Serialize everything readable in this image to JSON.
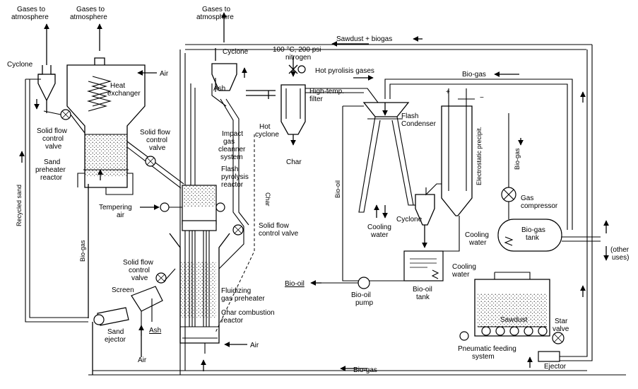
{
  "labels": {
    "gases_left": [
      "Gases to",
      "atmosphere"
    ],
    "gases_mid": [
      "Gases to",
      "atmosphere"
    ],
    "gases_top": [
      "Gases to",
      "atmosphere"
    ],
    "cyclone_left": "Cyclone",
    "air_top": "Air",
    "heat_exchanger": [
      "Heat",
      "exchanger"
    ],
    "solid_flow_valve_1": [
      "Solid flow",
      "control",
      "valve"
    ],
    "sand_preheater": [
      "Sand",
      "preheater",
      "reactor"
    ],
    "solid_flow_valve_2": [
      "Solid flow",
      "control",
      "valve"
    ],
    "recycled_sand": "Recycled sand",
    "bio_gas_left": "Bio-gas",
    "tempering_air": [
      "Tempering",
      "air"
    ],
    "solid_flow_valve_3": [
      "Solid flow",
      "control",
      "valve"
    ],
    "screen": "Screen",
    "sand_ejector": [
      "Sand",
      "ejector"
    ],
    "ash_bottom": "Ash",
    "air_bottom_left": "Air",
    "cyclone_mid": "Cyclone",
    "ash_mid": "Ash",
    "impact_gas": [
      "Impact",
      "gas",
      "cleanner",
      "system"
    ],
    "flash_pyrolysis": [
      "Flash",
      "pyrolysis",
      "reactor"
    ],
    "char_vertical": "Char",
    "solid_flow_valve_4": [
      "Solid flow",
      "control valve"
    ],
    "fluidizing": [
      "Fluidizing",
      "gas preheater"
    ],
    "char_combustion": [
      "Char combustion",
      "reactor"
    ],
    "air_bottom_mid": "Air",
    "nitrogen": [
      "100 °C, 200 psi",
      "nitrogen"
    ],
    "hot_pyrolysis": "Hot pyrolisis gases",
    "high_temp_filter": [
      "High-temp.",
      "filter"
    ],
    "hot_cyclone": [
      "Hot",
      "cyclone"
    ],
    "char_out": "Char",
    "sawdust_biogas": "Sawdust + biogas",
    "bio_gas_top": "Bio-gas",
    "flash_condenser": [
      "Flash",
      "Condenser"
    ],
    "bio_oil_vertical": "Bio-oil",
    "electrostatic": "Electrostatic precipit.",
    "plus": "+",
    "minus": "−",
    "bio_gas_right": "Bio-gas",
    "gas_compressor": [
      "Gas",
      "compressor"
    ],
    "cooling_water_1": [
      "Cooling",
      "water"
    ],
    "cyclone_right": "Cyclone",
    "cooling_water_2": [
      "Cooling",
      "water"
    ],
    "bio_gas_tank": [
      "Bio-gas",
      "tank"
    ],
    "other_uses": [
      "(other",
      "uses)"
    ],
    "cooling_water_3": [
      "Cooling",
      "water"
    ],
    "bio_oil_out": "Bio-oil",
    "bio_oil_pump": [
      "Bio-oil",
      "pump"
    ],
    "bio_oil_tank": [
      "Bio-oil",
      "tank"
    ],
    "sawdust": "Sawdust",
    "star_valve": [
      "Star",
      "valve"
    ],
    "pneumatic": [
      "Pneumatic feeding",
      "system"
    ],
    "ejector": "Ejector",
    "bio_gas_bottom": "Bio-gas"
  }
}
